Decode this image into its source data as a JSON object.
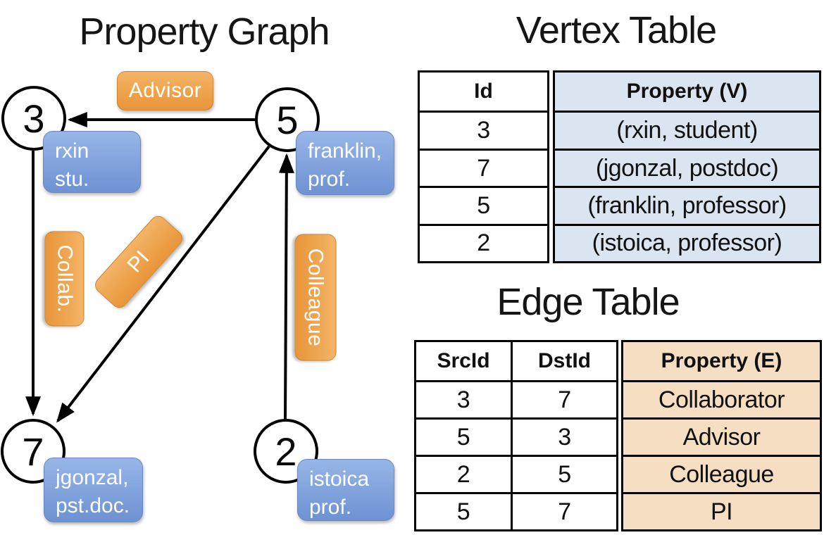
{
  "graph": {
    "title": "Property Graph",
    "nodes": [
      {
        "id": "3",
        "prop_line1": "rxin",
        "prop_line2": "stu."
      },
      {
        "id": "5",
        "prop_line1": "franklin,",
        "prop_line2": "prof."
      },
      {
        "id": "7",
        "prop_line1": "jgonzal,",
        "prop_line2": "pst.doc."
      },
      {
        "id": "2",
        "prop_line1": "istoica",
        "prop_line2": "prof."
      }
    ],
    "edges": [
      {
        "label": "Advisor",
        "from": "5",
        "to": "3"
      },
      {
        "label": "Collab.",
        "from": "3",
        "to": "7"
      },
      {
        "label": "PI",
        "from": "5",
        "to": "7"
      },
      {
        "label": "Colleague",
        "from": "2",
        "to": "5"
      }
    ]
  },
  "vertex_table": {
    "title": "Vertex Table",
    "columns": {
      "id": "Id",
      "property": "Property (V)"
    },
    "rows": [
      {
        "id": "3",
        "property": "(rxin, student)"
      },
      {
        "id": "7",
        "property": "(jgonzal, postdoc)"
      },
      {
        "id": "5",
        "property": "(franklin, professor)"
      },
      {
        "id": "2",
        "property": "(istoica, professor)"
      }
    ]
  },
  "edge_table": {
    "title": "Edge Table",
    "columns": {
      "src": "SrcId",
      "dst": "DstId",
      "property": "Property (E)"
    },
    "rows": [
      {
        "src": "3",
        "dst": "7",
        "property": "Collaborator"
      },
      {
        "src": "5",
        "dst": "3",
        "property": "Advisor"
      },
      {
        "src": "2",
        "dst": "5",
        "property": "Colleague"
      },
      {
        "src": "5",
        "dst": "7",
        "property": "PI"
      }
    ]
  },
  "colors": {
    "edge_label_orange": "#EDA34C",
    "vertex_prop_blue_box": "#82A3DD",
    "vertex_table_fill": "#DBE5F1",
    "edge_table_fill": "#F6DEC3",
    "line_black": "#000000"
  }
}
